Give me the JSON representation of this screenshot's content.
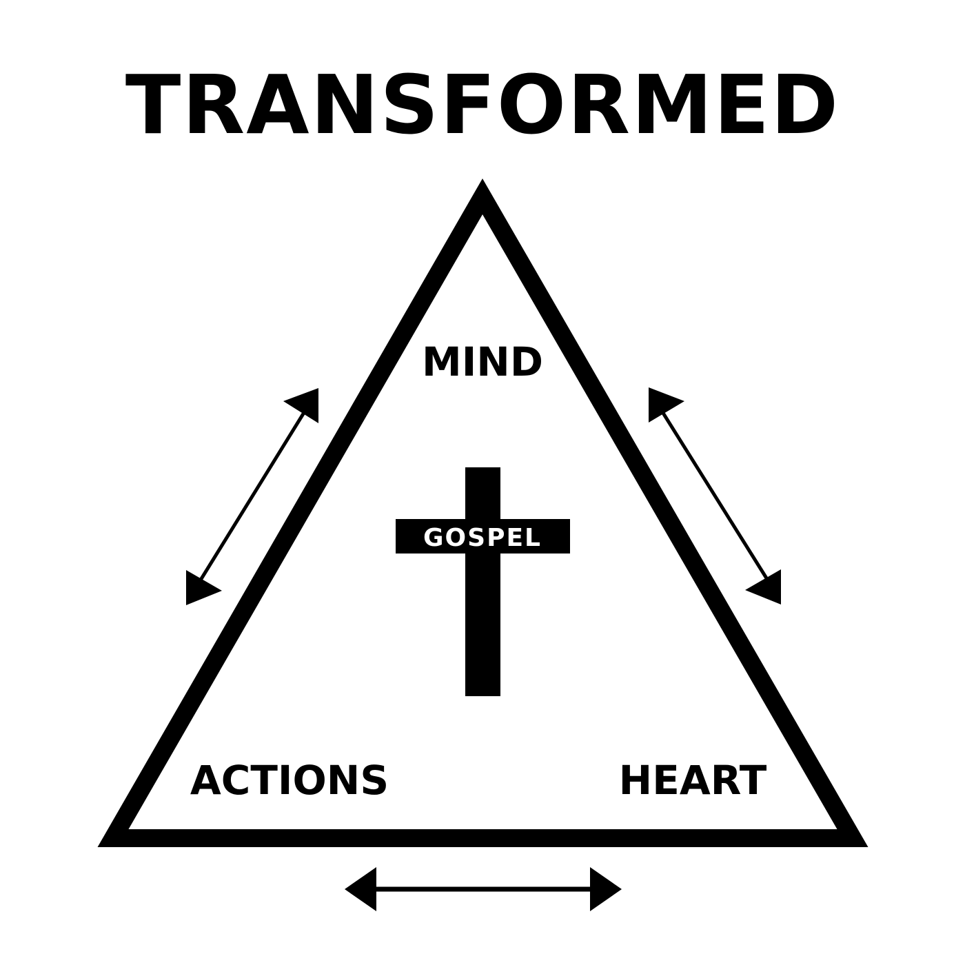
{
  "title": "TRANSFORMED",
  "nodes": {
    "top": "MIND",
    "bottom_left": "ACTIONS",
    "bottom_right": "HEART"
  },
  "center": {
    "label": "GOSPEL",
    "icon": "cross-icon"
  },
  "arrows": {
    "left_side": "double-arrow-icon",
    "right_side": "double-arrow-icon",
    "bottom": "double-arrow-icon"
  },
  "colors": {
    "ink": "#000000",
    "background": "#ffffff",
    "cross_label": "#ffffff"
  }
}
